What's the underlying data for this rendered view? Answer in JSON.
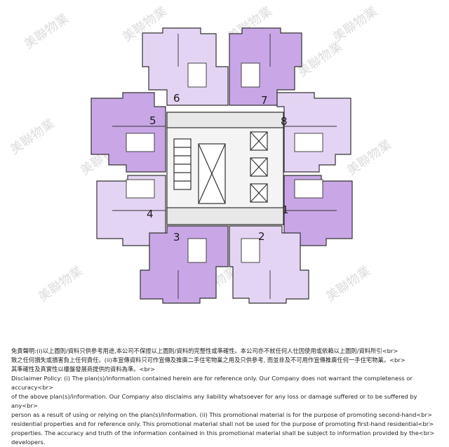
{
  "floor_plan": {
    "units": [
      {
        "id": "unit-1",
        "label": "1",
        "shade": "#c9a7e6"
      },
      {
        "id": "unit-2",
        "label": "2",
        "shade": "#e4d4f4"
      },
      {
        "id": "unit-3",
        "label": "3",
        "shade": "#c9a7e6"
      },
      {
        "id": "unit-4",
        "label": "4",
        "shade": "#e4d4f4"
      },
      {
        "id": "unit-5",
        "label": "5",
        "shade": "#c9a7e6"
      },
      {
        "id": "unit-6",
        "label": "6",
        "shade": "#e4d4f4"
      },
      {
        "id": "unit-7",
        "label": "7",
        "shade": "#c9a7e6"
      },
      {
        "id": "unit-8",
        "label": "8",
        "shade": "#e4d4f4"
      }
    ],
    "watermark_text": "美聯物業",
    "colors": {
      "dark_unit": "#c9a7e6",
      "light_unit": "#e4d4f4",
      "outline": "#333333",
      "core": "#f4f4f4"
    }
  },
  "disclaimer": {
    "zh_line1": "免責聲明:(i)以上圖則/資料只供參考用途,本公司不保證以上圖則/資料的完整性或準確性。本公司亦不就任何人仕因使用或依賴以上圖則/資料所引<br>",
    "zh_line2": "致之任何損失或損害負上任何責任。(ii)本宣傳資料只可作宣傳及推廣二手住宅物業之用及只供參考, 而並非及不可用作宣傳推廣任何一手住宅物業。<br>",
    "zh_line3": "其準確性及真實性以樓盤發展商提供的資料為準。<br>",
    "en_line1": "Disclaimer Policy: (i) The plan(s)/information contained herein are for reference only. Our Company does not warrant the completeness or accuracy<br>",
    "en_line2": "of the above plan(s)/information. Our Company also disclaims any liability whatsoever for any loss or damage suffered or to be suffered by any<br>",
    "en_line3": "person as a result of using or relying on the plan(s)/information. (ii) This promotional material is for the purpose of promoting second-hand<br>",
    "en_line4": "residential properties and for reference only. This promotional material shall not be used for the purpose of promoting first-hand residential<br>",
    "en_line5": "properties. The accuracy and truth of the information contained in this promotional material shall be subject to information provided by the<br>",
    "en_line6": "developers."
  }
}
